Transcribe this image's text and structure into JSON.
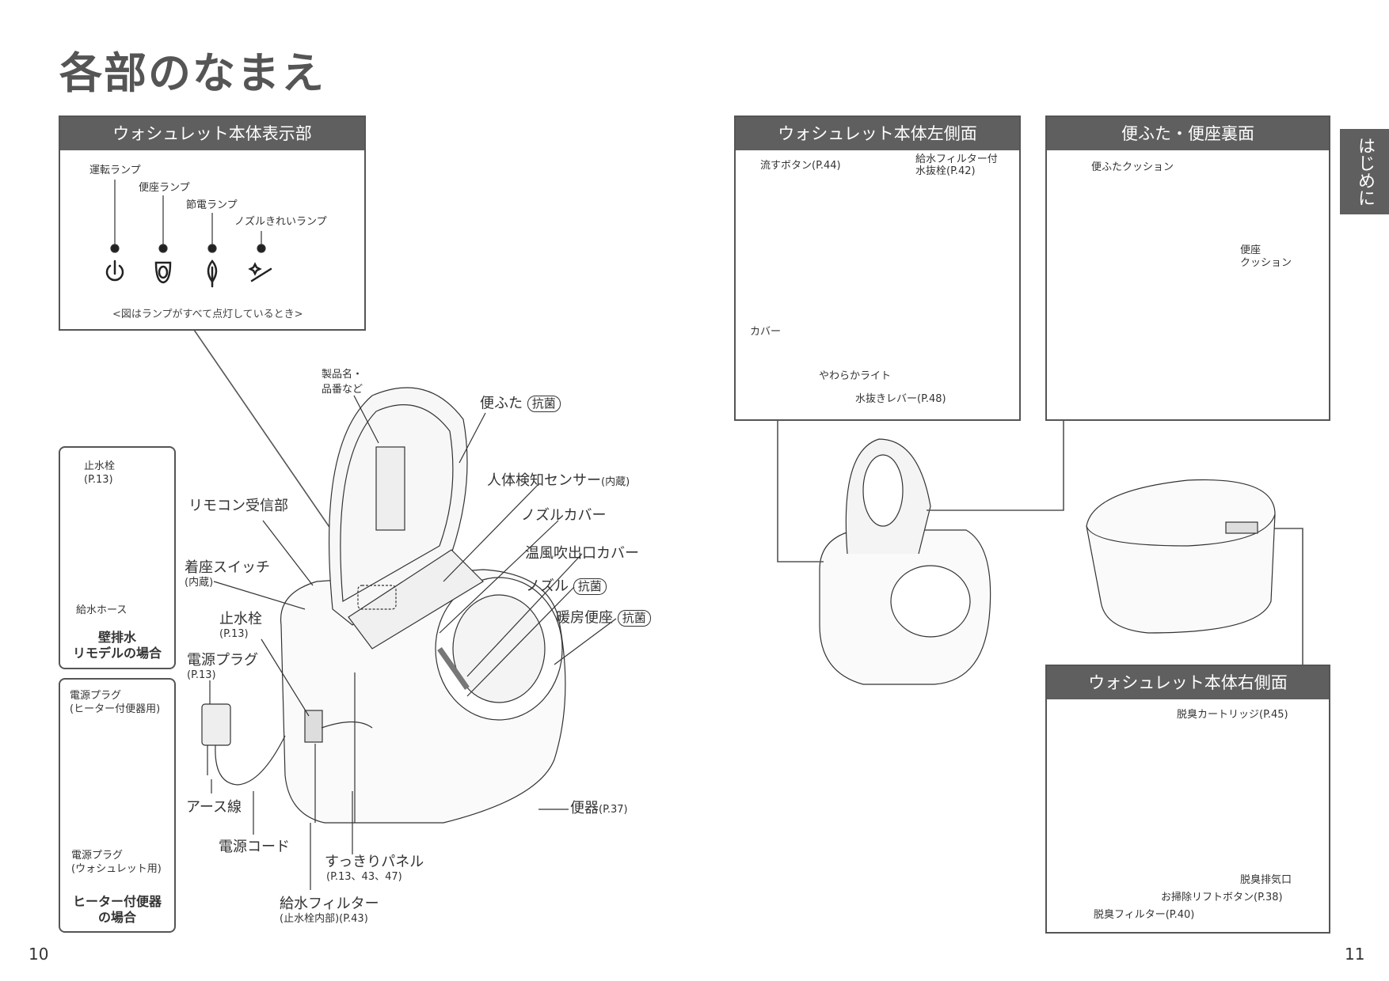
{
  "page_title": "各部のなまえ",
  "side_tab": "はじめに",
  "page_left": "10",
  "page_right": "11",
  "display_panel": {
    "header": "ウォシュレット本体表示部",
    "lamps": [
      "運転ランプ",
      "便座ランプ",
      "節電ランプ",
      "ノズルきれいランプ"
    ],
    "note": "<図はランプがすべて点灯しているとき>"
  },
  "wall_box": {
    "labels": [
      "止水栓",
      "(P.13)",
      "給水ホース"
    ],
    "caption_1": "壁排水",
    "caption_2": "リモデルの場合"
  },
  "heater_box": {
    "labels": [
      "電源プラグ",
      "(ヒーター付便器用)",
      "電源プラグ",
      "(ウォシュレット用)"
    ],
    "caption_1": "ヒーター付便器",
    "caption_2": "の場合"
  },
  "main_labels": {
    "product_name_1": "製品名・",
    "product_name_2": "品番など",
    "lid": "便ふた",
    "antibac": "抗菌",
    "sensor": "人体検知センサー",
    "sensor_note": "(内蔵)",
    "remote_receiver": "リモコン受信部",
    "nozzle_cover": "ノズルカバー",
    "seat_switch": "着座スイッチ",
    "seat_switch_note": "(内蔵)",
    "warm_air_cover": "温風吹出口カバー",
    "nozzle": "ノズル",
    "stop_valve": "止水栓",
    "stop_valve_ref": "(P.13)",
    "heated_seat": "暖房便座",
    "power_plug": "電源プラグ",
    "power_plug_ref": "(P.13)",
    "earth": "アース線",
    "power_cord": "電源コード",
    "bowl": "便器",
    "bowl_ref": "(P.37)",
    "panel": "すっきりパネル",
    "panel_ref": "(P.13、43、47)",
    "filter": "給水フィルター",
    "filter_ref": "(止水栓内部)(P.43)"
  },
  "left_side_panel": {
    "header": "ウォシュレット本体左側面",
    "flush_button": "流すボタン(P.44)",
    "filter_1": "給水フィルター付",
    "filter_2": "水抜栓(P.42)",
    "cover": "カバー",
    "soft_light": "やわらかライト",
    "drain_lever": "水抜きレバー(P.48)"
  },
  "lid_back_panel": {
    "header": "便ふた・便座裏面",
    "lid_cushion": "便ふたクッション",
    "seat_cushion_1": "便座",
    "seat_cushion_2": "クッション"
  },
  "right_side_panel": {
    "header": "ウォシュレット本体右側面",
    "cartridge": "脱臭カートリッジ(P.45)",
    "exhaust": "脱臭排気口",
    "lift_button": "お掃除リフトボタン(P.38)",
    "deodor_filter": "脱臭フィルター(P.40)"
  }
}
